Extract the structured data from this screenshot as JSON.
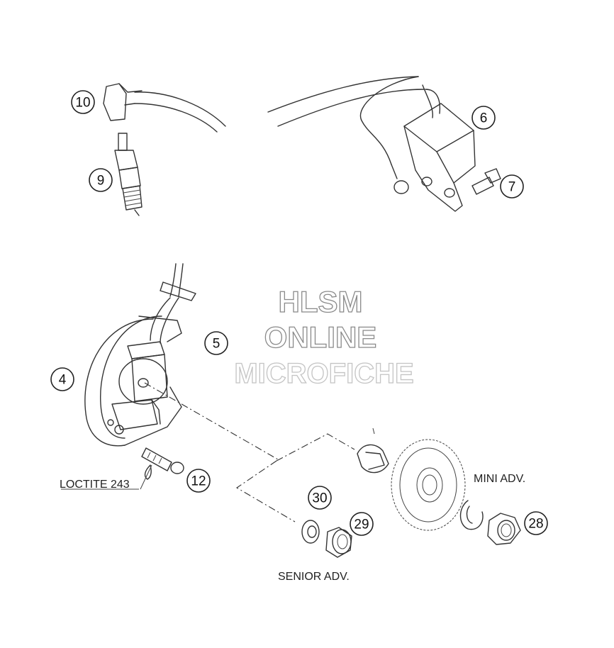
{
  "callouts": {
    "c10": "10",
    "c9": "9",
    "c6": "6",
    "c7": "7",
    "c5": "5",
    "c4": "4",
    "c12": "12",
    "c30": "30",
    "c29": "29",
    "c28": "28"
  },
  "labels": {
    "loctite": "LOCTITE 243",
    "mini_adv": "MINI ADV.",
    "senior_adv": "SENIOR ADV."
  },
  "watermark": {
    "line1": "HLSM",
    "line2": "ONLINE",
    "line3": "MICROFICHE"
  }
}
